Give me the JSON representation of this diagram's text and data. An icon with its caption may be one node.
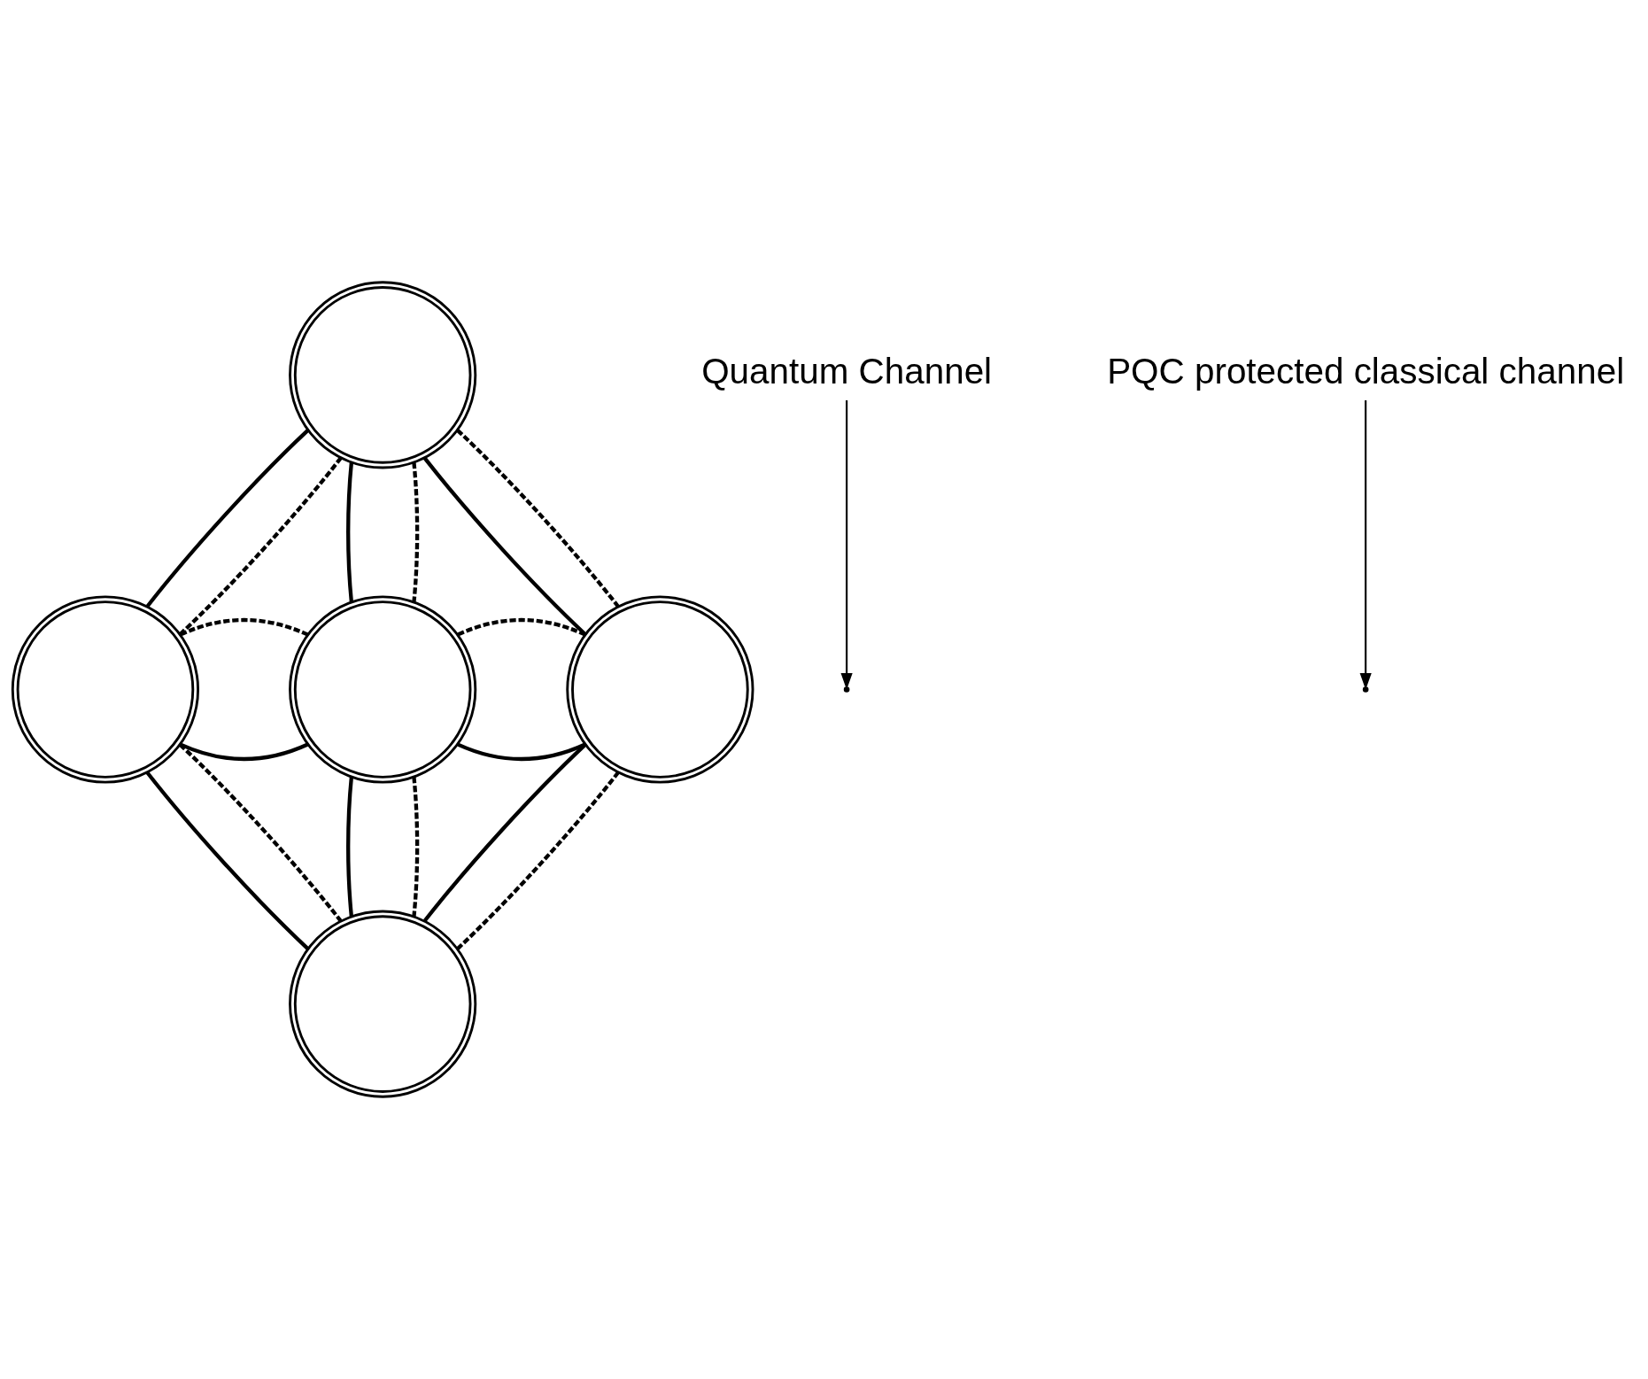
{
  "diagram": {
    "nodes": [
      {
        "text": [],
        "shape": "circle"
      },
      {
        "text": [],
        "shape": "circle"
      },
      {
        "text": [],
        "shape": "circle"
      },
      {
        "text": [],
        "shape": "circle"
      },
      {
        "text": [],
        "shape": "circle"
      },
      {
        "text": [
          "Quantum Channel"
        ]
      },
      {
        "text": [
          "PQC protected classical channel"
        ]
      }
    ],
    "edges": [
      {
        "from": 0,
        "to": 1,
        "arrow": "none"
      },
      {
        "from": 0,
        "to": 1,
        "arrow": "none",
        "style": "dashed"
      },
      {
        "from": 0,
        "to": 2,
        "arrow": "none"
      },
      {
        "from": 0,
        "to": 2,
        "arrow": "none",
        "style": "dashed"
      },
      {
        "from": 0,
        "to": 3,
        "arrow": "none"
      },
      {
        "from": 0,
        "to": 3,
        "arrow": "none",
        "style": "dashed"
      },
      {
        "from": 1,
        "to": 2,
        "arrow": "none"
      },
      {
        "from": 1,
        "to": 2,
        "arrow": "none",
        "style": "dashed"
      },
      {
        "from": 2,
        "to": 3,
        "arrow": "none"
      },
      {
        "from": 2,
        "to": 3,
        "arrow": "none",
        "style": "dashed"
      },
      {
        "from": 1,
        "to": 4,
        "arrow": "none"
      },
      {
        "from": 1,
        "to": 4,
        "arrow": "none",
        "style": "dashed"
      },
      {
        "from": 2,
        "to": 4,
        "arrow": "none"
      },
      {
        "from": 2,
        "to": 4,
        "arrow": "none",
        "style": "dashed"
      },
      {
        "from": 3,
        "to": 4,
        "arrow": "none"
      },
      {
        "from": 3,
        "to": 4,
        "arrow": "none",
        "style": "dashed"
      },
      {
        "from": 5,
        "to": null,
        "arrow": "to"
      },
      {
        "from": 6,
        "to": null,
        "arrow": "to"
      }
    ]
  }
}
